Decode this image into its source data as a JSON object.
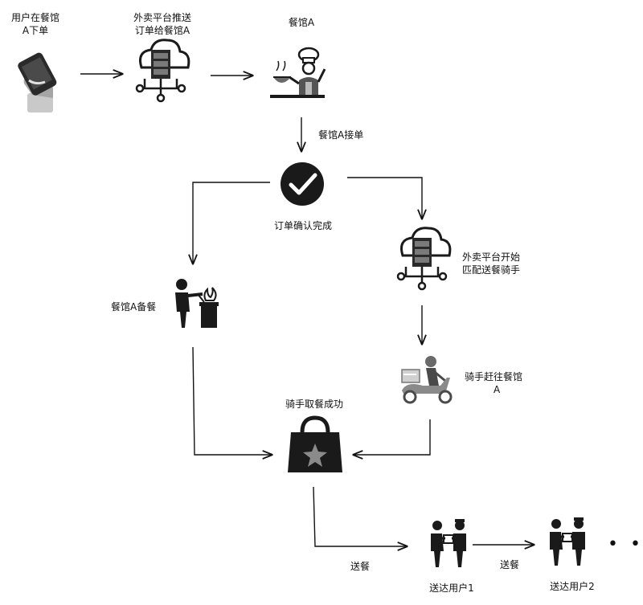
{
  "nodes": {
    "user_order": {
      "line1": "用户在餐馆",
      "line2": "A下单",
      "icon": "phone-hand-icon"
    },
    "platform_push": {
      "line1": "外卖平台推送",
      "line2": "订单给餐馆A",
      "icon": "cloud-server-icon"
    },
    "restaurant": {
      "label": "餐馆A",
      "icon": "chef-icon"
    },
    "order_confirm": {
      "label": "订单确认完成",
      "icon": "check-circle-icon"
    },
    "restaurant_prepare": {
      "label": "餐馆A备餐",
      "icon": "cooking-person-icon"
    },
    "platform_match": {
      "line1": "外卖平台开始",
      "line2": "匹配送餐骑手",
      "icon": "cloud-server-icon"
    },
    "rider_go": {
      "line1": "骑手赶往餐馆",
      "line2": "A",
      "icon": "scooter-rider-icon"
    },
    "pickup_success": {
      "label": "骑手取餐成功",
      "icon": "shopping-bag-star-icon"
    },
    "deliver_user1": {
      "label": "送达用户1",
      "icon": "handover-icon"
    },
    "deliver_user2": {
      "label": "送达用户2",
      "icon": "handover-icon"
    }
  },
  "edges": {
    "accept_order": "餐馆A接单",
    "deliver_1": "送餐",
    "deliver_2": "送餐"
  },
  "ellipsis": "• • •",
  "colors": {
    "line": "#111111",
    "icon_dark": "#1a1a1a",
    "icon_gray": "#8a8a8a",
    "accent": "#c8c8c8"
  }
}
